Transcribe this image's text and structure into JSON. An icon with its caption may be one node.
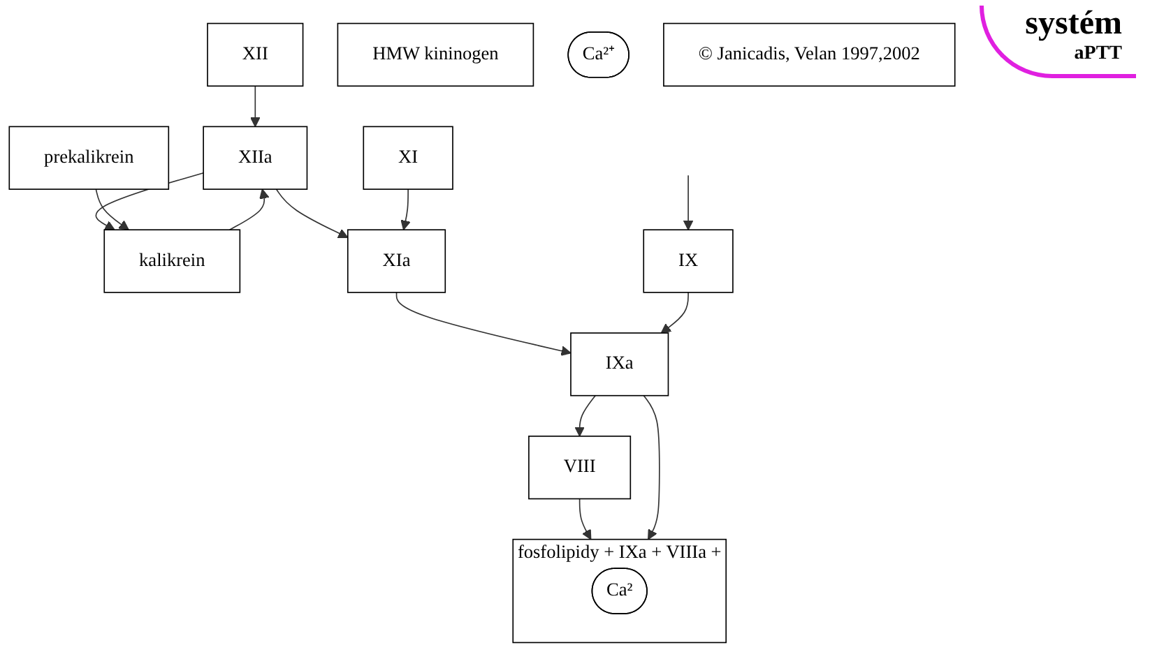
{
  "diagram": {
    "nodes": [
      {
        "text": [
          "XII"
        ]
      },
      {
        "text": [
          "kalikrein"
        ]
      },
      {
        "text": [
          "XIIa"
        ]
      },
      {
        "text": [
          "prekalikrein"
        ]
      },
      {
        "text": [
          "HMW kininogen"
        ]
      },
      {
        "text": [
          "XIa"
        ]
      },
      {
        "text": [
          "XI"
        ]
      },
      {
        "text": [
          "Ca²⁺"
        ]
      },
      {
        "text": [
          "© Janicadis, Velan 1997,2002"
        ]
      },
      {
        "text": [
          "IX"
        ]
      },
      {
        "text": [
          "IXa"
        ]
      },
      {
        "text": [
          "VIII"
        ]
      },
      {
        "text": [
          "fosfolipidy + IXa + VIIIa +"
        ]
      },
      {
        "text": [
          "Ca²"
        ],
        "in": 12
      }
    ],
    "edges": [
      {
        "from": 0,
        "to": 2,
        "arrow": "to"
      },
      {
        "from": 1,
        "to": 2,
        "arrow": "to"
      },
      {
        "from": 2,
        "to": 1,
        "arrow": "to"
      },
      {
        "from": 3,
        "to": 1,
        "arrow": "to"
      },
      {
        "from": 2,
        "to": 5,
        "arrow": "to"
      },
      {
        "from": 6,
        "to": 5,
        "arrow": "to"
      },
      {
        "from": 5,
        "to": 10,
        "arrow": "to"
      },
      {
        "from": 9,
        "to": 10,
        "arrow": "to"
      },
      {
        "from": 10,
        "to": 11,
        "arrow": "to"
      },
      {
        "from": 11,
        "to": 12,
        "arrow": "to"
      },
      {
        "from": 10,
        "to": 12,
        "arrow": "to"
      },
      {
        "from": null,
        "to": 9,
        "arrow": "to"
      }
    ],
    "labels": [
      "systém",
      "aPTT"
    ]
  }
}
